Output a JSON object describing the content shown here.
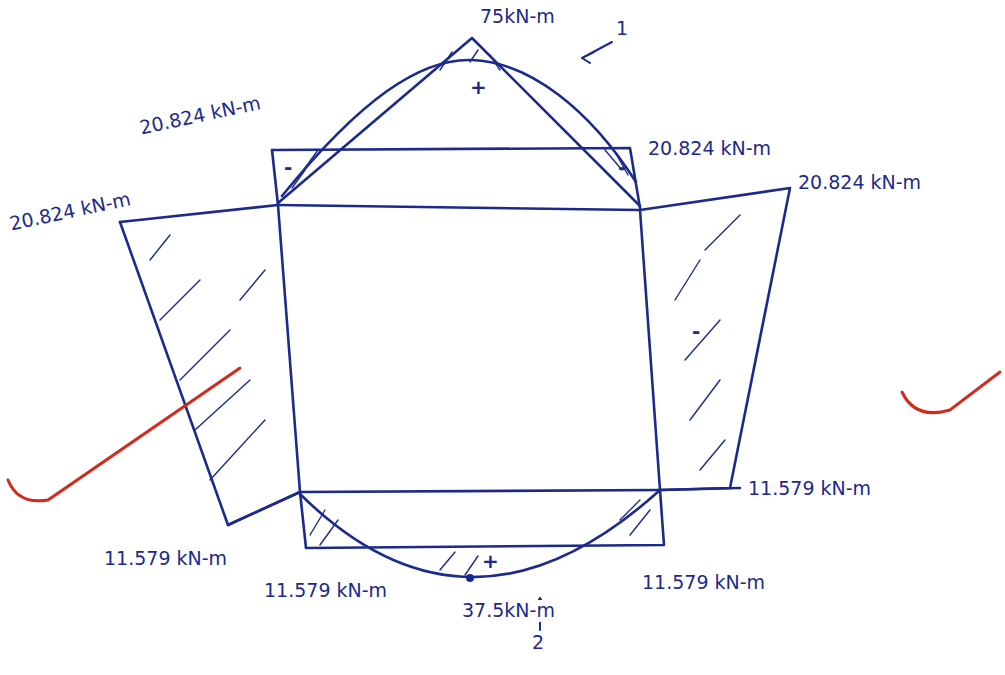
{
  "diagram": {
    "labels": [
      "75kN-m",
      "1",
      "20.824 kN-m",
      "20.824 kN-m",
      "20.824 kN-m",
      "20.824 kN-m",
      "11.579 kN-m",
      "11.579 kN-m",
      "11.579 kN-m",
      "37.5kN-m",
      "11.579 kN-m",
      "2",
      "+",
      "+",
      "-",
      "-",
      "-"
    ]
  }
}
